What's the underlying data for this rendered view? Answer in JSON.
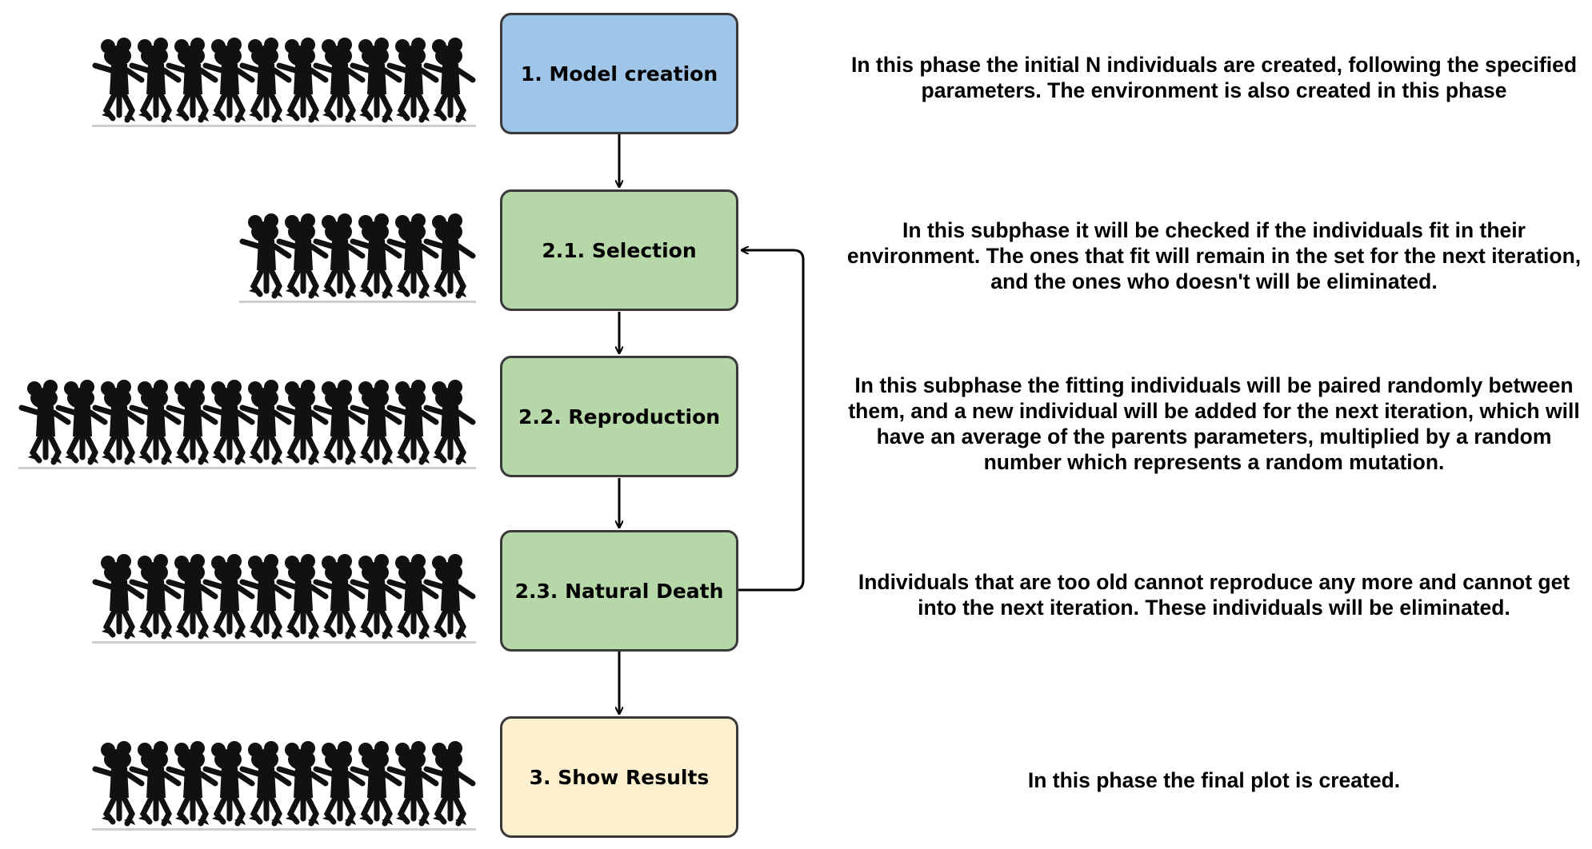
{
  "steps": [
    {
      "id": "model-creation",
      "label": "1. Model creation",
      "color": "#9fc5e8",
      "description": "In this phase the initial N individuals are created, following the specified parameters. The environment is also created in this phase",
      "people_icons": 10
    },
    {
      "id": "selection",
      "label": "2.1. Selection",
      "color": "#b6d7a8",
      "description": "In this subphase it will be checked if the individuals fit in their environment. The ones that fit will remain in the set for the next iteration, and the ones who doesn't will be eliminated.",
      "people_icons": 6
    },
    {
      "id": "reproduction",
      "label": "2.2. Reproduction",
      "color": "#b6d7a8",
      "description": "In this subphase the fitting individuals will be paired randomly between them, and a new individual will be added for the next iteration, which will have an average of the parents parameters, multiplied by a random number which represents a random mutation.",
      "people_icons": 12
    },
    {
      "id": "natural-death",
      "label": "2.3. Natural Death",
      "color": "#b6d7a8",
      "description": "Individuals that are too old cannot reproduce any more and cannot get into the next iteration. These individuals will be eliminated.",
      "people_icons": 10
    },
    {
      "id": "show-results",
      "label": "3. Show Results",
      "color": "#fdf0cf",
      "description": "In this phase the final plot is created.",
      "people_icons": 10
    }
  ],
  "icons": {
    "person": "person-silhouette-icon"
  }
}
